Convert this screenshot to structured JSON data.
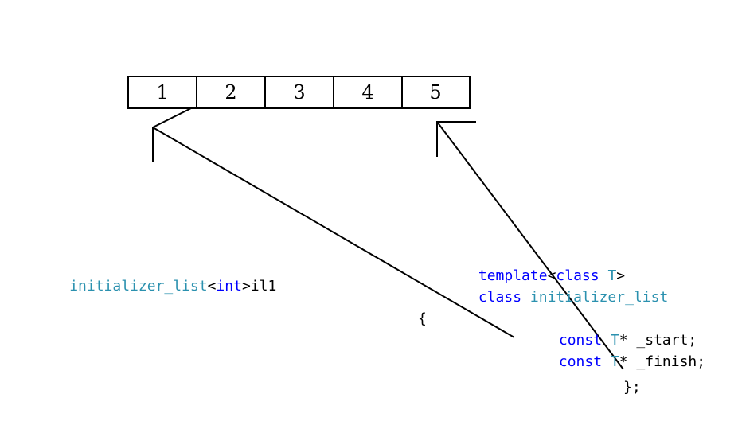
{
  "array": {
    "cells": [
      "1",
      "2",
      "3",
      "4",
      "5"
    ]
  },
  "left_code": {
    "type_name": "initializer_list",
    "open": "<",
    "int_kw": "int",
    "close": ">",
    "var": "il1"
  },
  "right_code": {
    "template_kw": "template",
    "template_open": "<",
    "class_kw": "class",
    "T": "T",
    "template_close": ">",
    "class_kw2": "class",
    "class_name": "initializer_list",
    "brace_open": "{",
    "member1_const": "const",
    "member1_T": "T",
    "member1_rest": "* _start;",
    "member2_const": "const",
    "member2_T": "T",
    "member2_rest": "* _finish;",
    "brace_close": "};"
  },
  "colors": {
    "keyword": "#0000ff",
    "type": "#2b91af",
    "text": "#000000"
  }
}
